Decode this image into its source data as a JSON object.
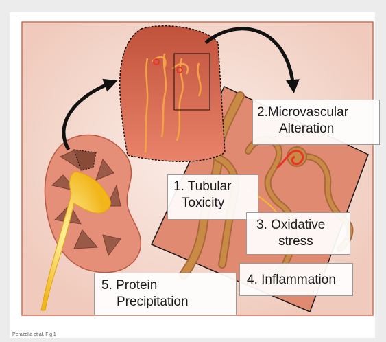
{
  "labels": {
    "tubular": [
      "1. Tubular",
      "Toxicity"
    ],
    "microvascular": [
      "2.Microvascular",
      "Alteration"
    ],
    "oxidative": [
      "3. Oxidative",
      "stress"
    ],
    "inflammation": "4. Inflammation",
    "protein": [
      "5. Protein",
      "Precipitation"
    ]
  },
  "caption": "Perazella et al. Fig 1",
  "colors": {
    "page_background": "#ececec",
    "panel_fill": "#f5d7cb",
    "panel_border": "#d96a50",
    "tissue": "#e08a72",
    "tubule": "#c98a45",
    "kidney_outer": "#e58f78",
    "pelvis_yellow": "#f7c520",
    "medulla": "#9a5a48",
    "vessel_red": "#e8332a",
    "arrow": "#111111"
  }
}
